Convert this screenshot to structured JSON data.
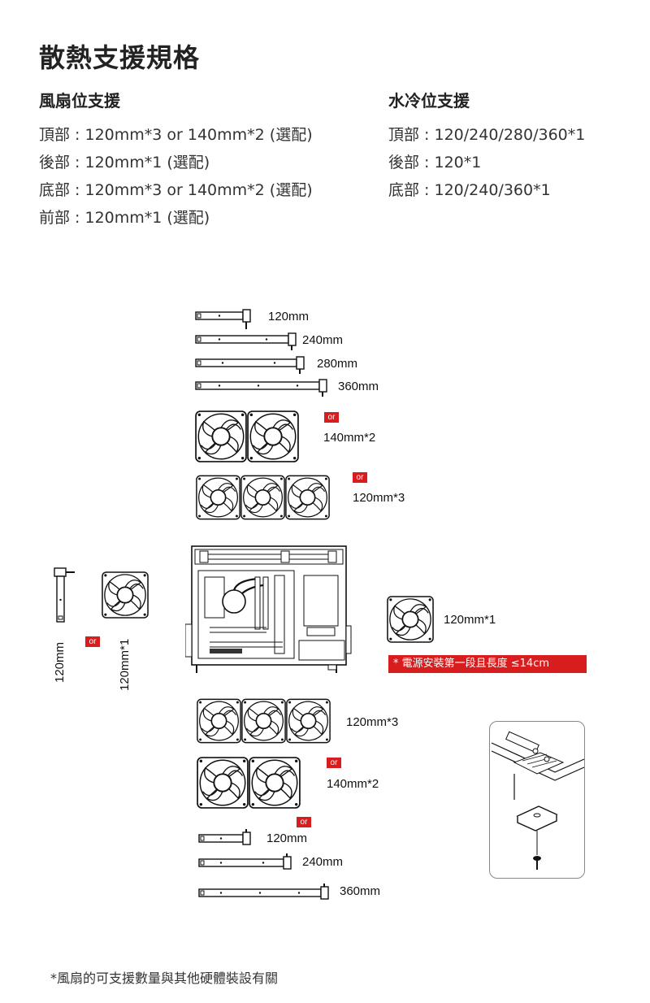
{
  "page": {
    "title": "散熱支援規格",
    "fan_support": {
      "heading": "風扇位支援",
      "lines": [
        "頂部 : 120mm*3 or 140mm*2 (選配)",
        "後部 : 120mm*1 (選配)",
        "底部 : 120mm*3 or 140mm*2 (選配)",
        "前部 : 120mm*1 (選配)"
      ]
    },
    "water_support": {
      "heading": "水冷位支援",
      "lines": [
        "頂部 : 120/240/280/360*1",
        "後部 : 120*1",
        "底部 : 120/240/360*1"
      ]
    }
  },
  "diagram": {
    "top_radiators": [
      "120mm",
      "240mm",
      "280mm",
      "360mm"
    ],
    "top_fans_140": "140mm*2",
    "top_fans_120": "120mm*3",
    "or_label": "or",
    "front_rad_label": "120mm",
    "front_fan_label": "120mm*1",
    "side_fan_label": "120mm*1",
    "psu_note": "* 電源安裝第一段且長度 ≤14cm",
    "bottom_fans_120": "120mm*3",
    "bottom_fans_140": "140mm*2",
    "bottom_radiators": [
      "120mm",
      "240mm",
      "360mm"
    ]
  },
  "footnote": "*風扇的可支援數量與其他硬體裝設有關"
}
